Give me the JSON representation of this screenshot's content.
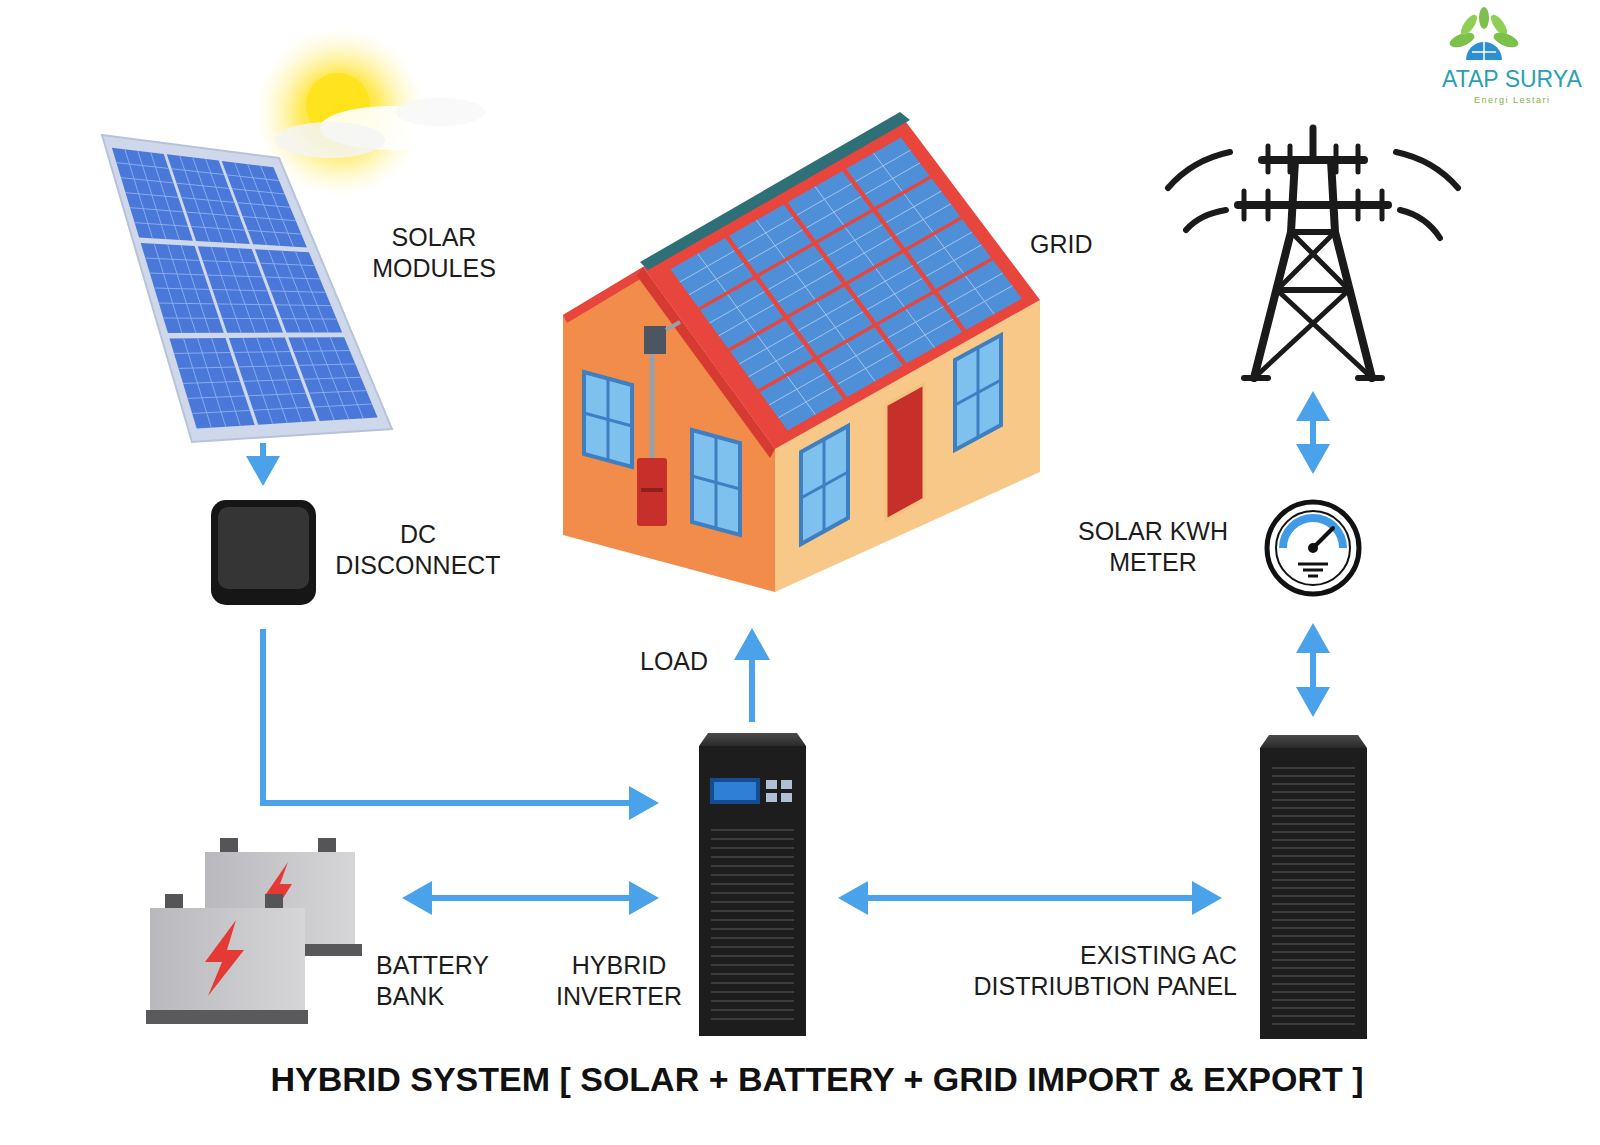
{
  "diagram": {
    "title": "HYBRID SYSTEM [ SOLAR + BATTERY + GRID IMPORT & EXPORT ]",
    "nodes": [
      {
        "text": [
          "SOLAR MODULES"
        ]
      },
      {
        "text": [
          "GRID"
        ]
      },
      {
        "text": [
          "DC DISCONNECT"
        ]
      },
      {
        "text": [
          "SOLAR KWH METER"
        ]
      },
      {
        "text": [
          "BATTERY BANK"
        ]
      },
      {
        "text": [
          "HYBRID INVERTER"
        ]
      },
      {
        "text": [
          "EXISTING AC DISTRIUBTION PANEL"
        ]
      }
    ],
    "edges": [
      {
        "from": 0,
        "to": 2,
        "arrow": "to"
      },
      {
        "from": 2,
        "to": 5,
        "arrow": "to"
      },
      {
        "from": 4,
        "to": 5,
        "arrow": "both"
      },
      {
        "from": 5,
        "to": 6,
        "arrow": "both"
      },
      {
        "from": 6,
        "to": 3,
        "arrow": "both"
      },
      {
        "from": 3,
        "to": 1,
        "arrow": "both"
      }
    ],
    "labels": [
      "LOAD",
      "ATAP SURYA",
      "Energi Lestari"
    ]
  }
}
